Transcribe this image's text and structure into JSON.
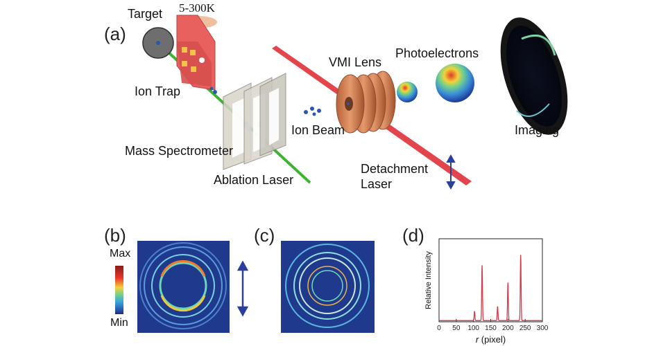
{
  "panels": {
    "a": "(a)",
    "b": "(b)",
    "c": "(c)",
    "d": "(d)"
  },
  "labels": {
    "target": "Target",
    "temperature": "5-300K",
    "ion_trap": "Ion Trap",
    "mass_spectrometer": "Mass Spectrometer",
    "ablation_laser": "Ablation Laser",
    "ion_beam": "Ion Beam",
    "vmi_lens": "VMI Lens",
    "photoelectrons": "Photoelectrons",
    "imaging": "Imaging",
    "detachment_laser_1": "Detachment",
    "detachment_laser_2": "Laser"
  },
  "colorbar": {
    "max": "Max",
    "min": "Min"
  },
  "colors": {
    "ablation_laser": "#3cb431",
    "detachment_laser": "#e0313a",
    "trap": "#e8615e",
    "ions": "#2a55b3",
    "image_bg": "#1f3a8c",
    "arrow": "#2b3f9c"
  },
  "chart_data": {
    "type": "line",
    "xlabel_italic": "r",
    "xlabel_rest": " (pixel)",
    "ylabel": "Relative Intensity",
    "xlim": [
      0,
      300
    ],
    "ylim": [
      0,
      1.05
    ],
    "xticks": [
      "0",
      "50",
      "100",
      "150",
      "200",
      "250",
      "300"
    ],
    "grid": false,
    "series": [
      {
        "color": "#d63a4a",
        "peaks": [
          [
            103,
            0.12
          ],
          [
            125,
            0.7
          ],
          [
            170,
            0.18
          ],
          [
            200,
            0.48
          ],
          [
            237,
            0.83
          ]
        ]
      }
    ]
  }
}
